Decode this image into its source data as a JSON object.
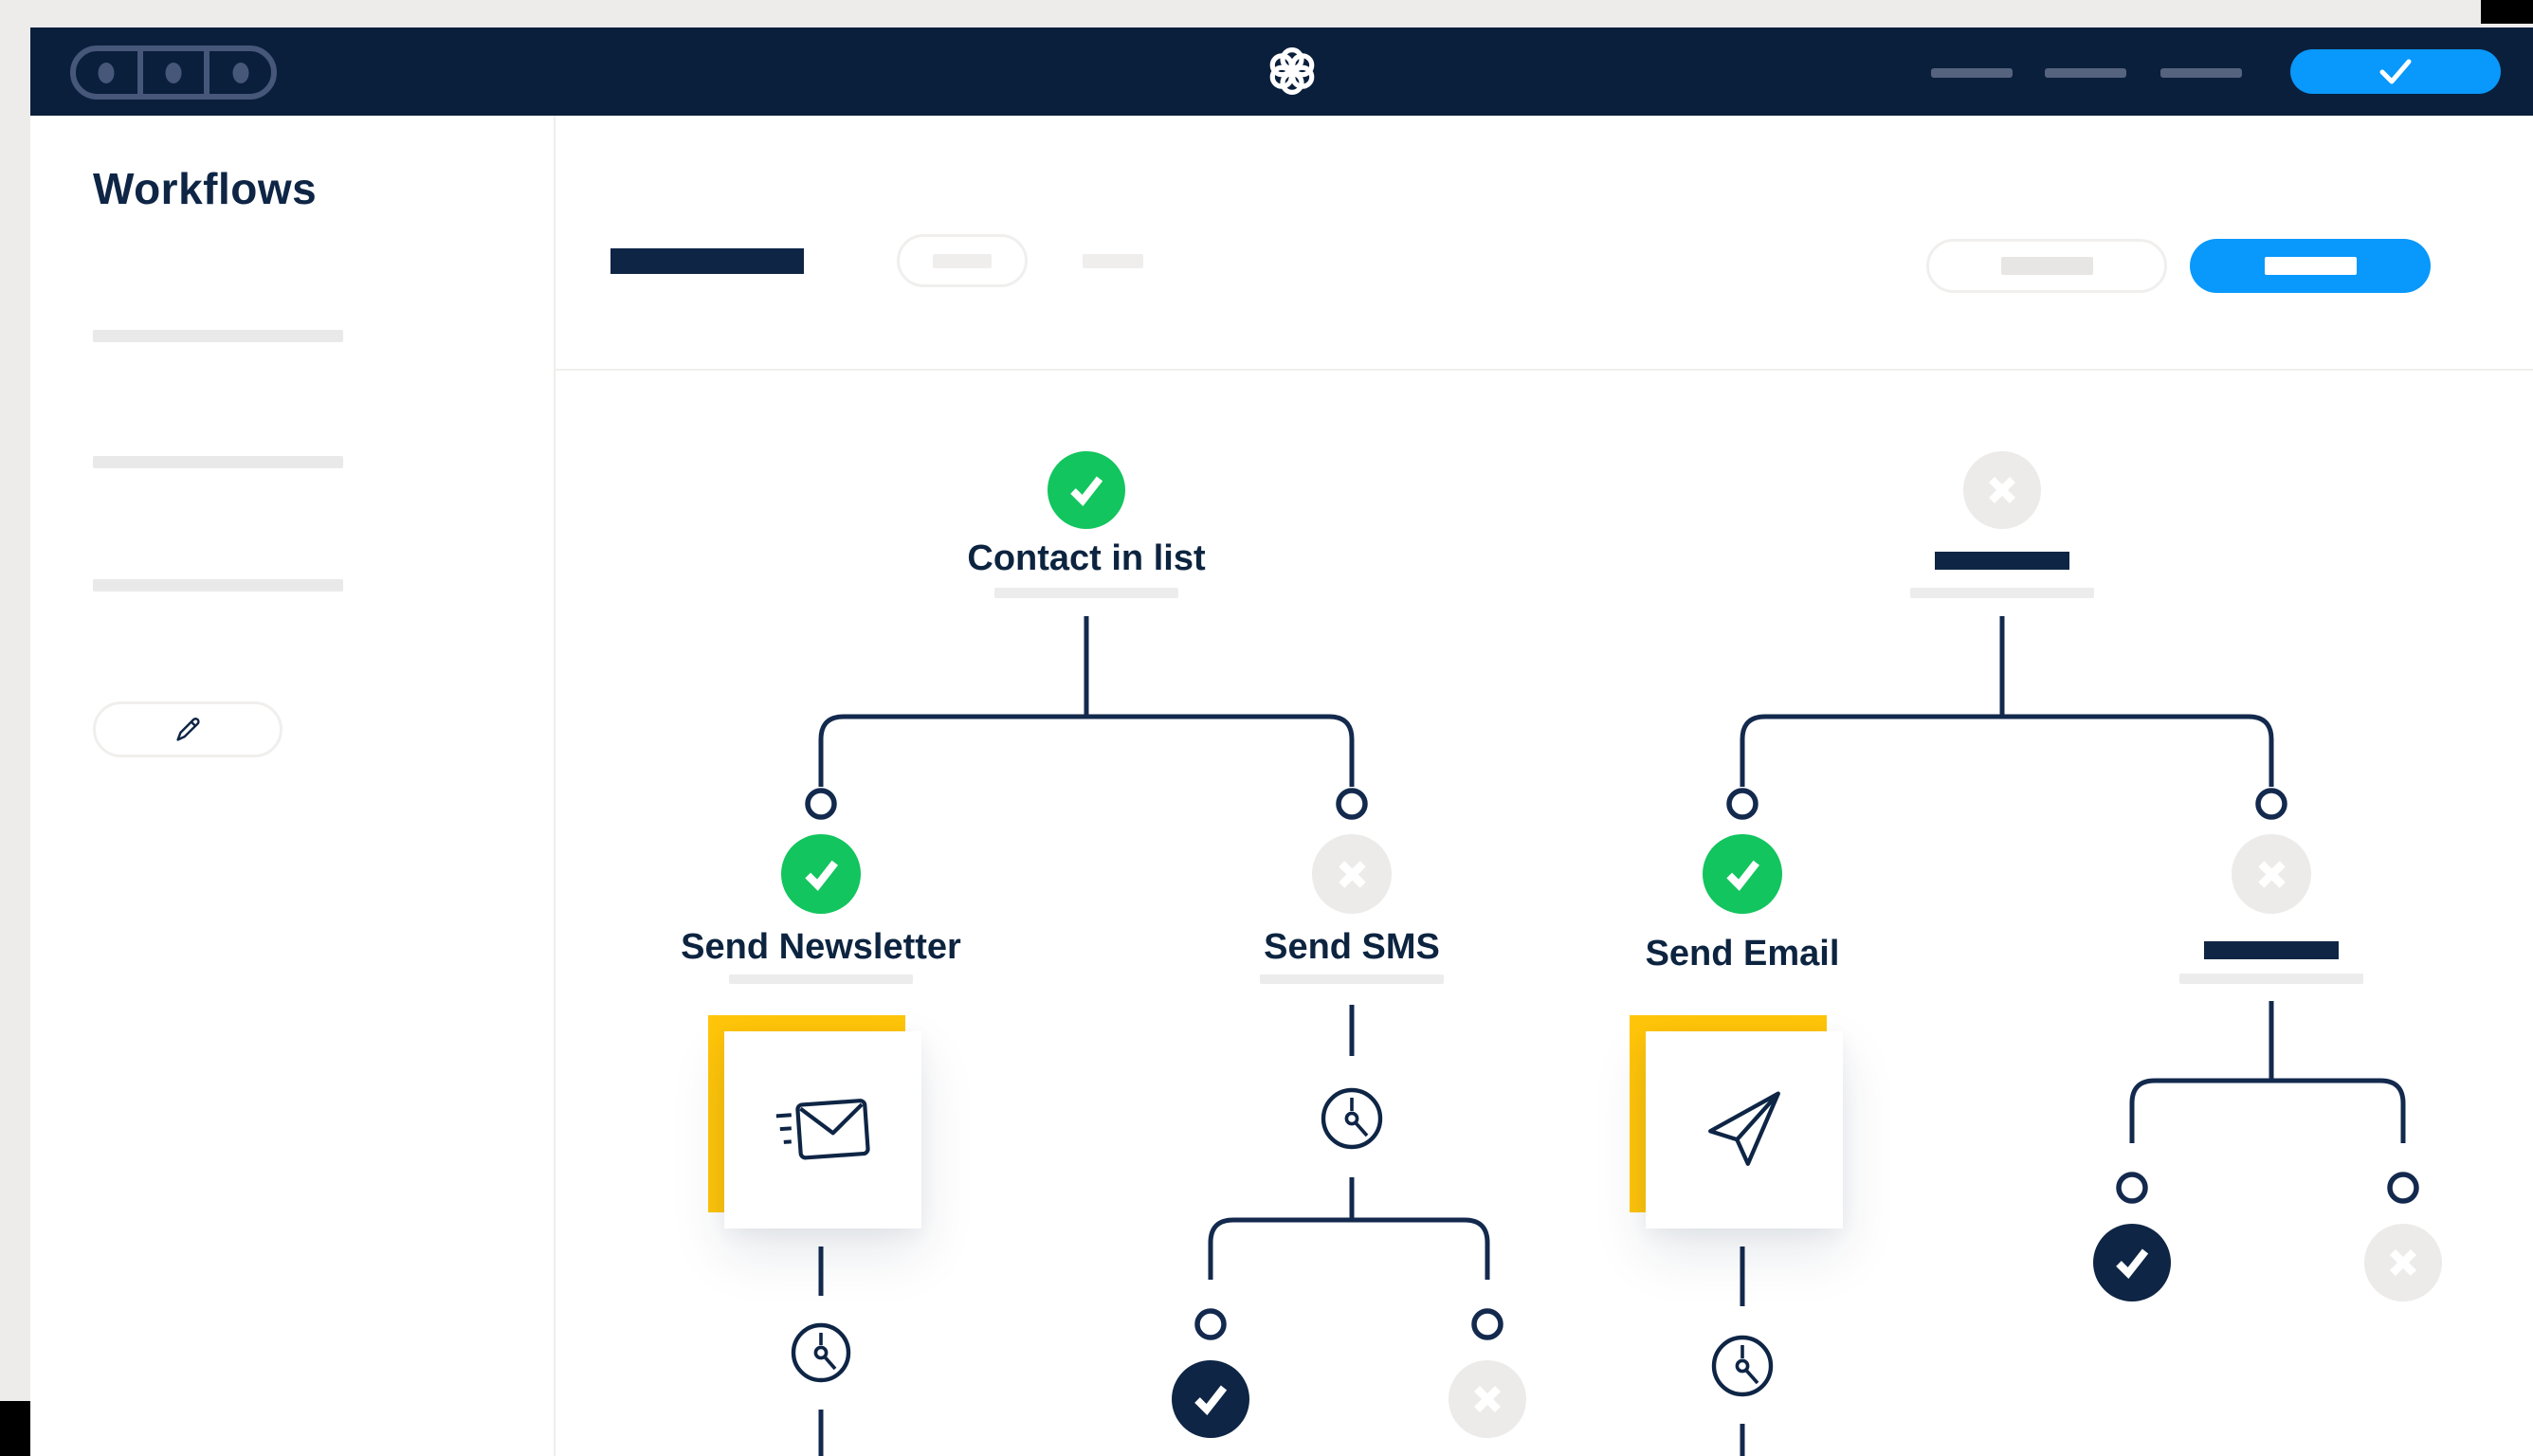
{
  "app": {
    "name_hint": "workflow-builder",
    "logo_icon": "sendinblue-flower-icon"
  },
  "chrome": {
    "window_controls": {
      "icon": "window-buttons-icon",
      "button_count": 3
    },
    "nav_placeholder_count": 3,
    "confirm_button": {
      "icon": "check-icon"
    }
  },
  "sidebar": {
    "title": "Workflows",
    "menu_placeholder_count": 3,
    "edit_button": {
      "icon": "pencil-icon"
    }
  },
  "toolbar": {
    "title_placeholder": "navy-bar",
    "filter_chip_placeholder": "outlined-pill-with-dash",
    "text_placeholder": "gray-dash",
    "secondary_button_placeholder": "outlined-pill-with-dash",
    "primary_button_placeholder": "blue-pill-with-dash"
  },
  "workflow": {
    "trees": [
      {
        "root": {
          "label": "Contact in list",
          "status": "success",
          "icon": "check-icon"
        },
        "children": [
          {
            "label": "Send Newsletter",
            "status": "success",
            "icon": "check-icon",
            "card_icon": "sending-email-icon",
            "delay_icon": "clock-icon"
          },
          {
            "label": "Send SMS",
            "status": "rejected",
            "icon": "cross-icon",
            "delay_icon": "clock-icon",
            "children": [
              {
                "status": "success",
                "icon": "check-icon"
              },
              {
                "status": "rejected",
                "icon": "cross-icon"
              }
            ]
          }
        ]
      },
      {
        "root": {
          "label": "",
          "status": "rejected",
          "icon": "cross-icon",
          "placeholder": true
        },
        "children": [
          {
            "label": "Send Email",
            "status": "success",
            "icon": "check-icon",
            "card_icon": "paper-plane-icon",
            "delay_icon": "clock-icon"
          },
          {
            "label": "",
            "status": "rejected",
            "icon": "cross-icon",
            "placeholder": true,
            "children": [
              {
                "status": "success",
                "icon": "check-icon"
              },
              {
                "status": "rejected",
                "icon": "cross-icon"
              }
            ]
          }
        ]
      }
    ]
  },
  "colors": {
    "topbar_navy": "#0A1F3C",
    "ink_navy": "#0E2545",
    "accent_blue": "#0998FB",
    "success_green": "#12C55E",
    "accent_yellow": "#FFC50A",
    "neutral_gray": "#ECEBE9",
    "backdrop_gray": "#EDECEA"
  }
}
